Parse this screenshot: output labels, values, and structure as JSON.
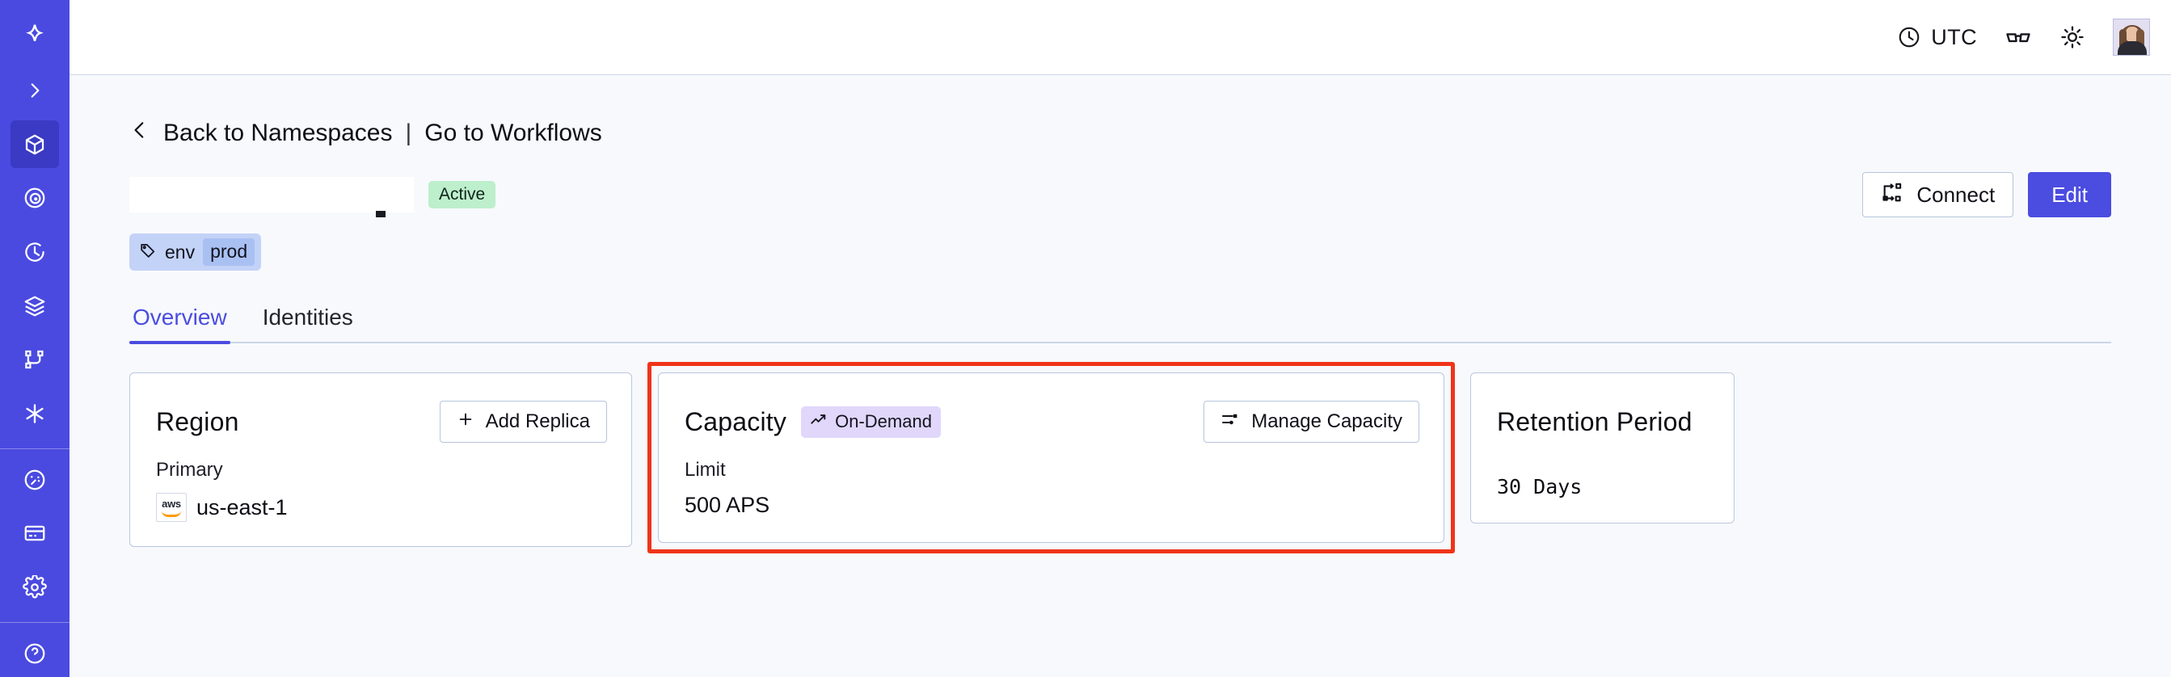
{
  "sidebar": {
    "items": [
      {
        "name": "brand-logo",
        "icon": "temporal-logo-icon",
        "active": false
      },
      {
        "name": "expand-nav",
        "icon": "chevron-right-icon",
        "active": false
      },
      {
        "name": "namespaces",
        "icon": "cube-icon",
        "active": true
      },
      {
        "name": "observability",
        "icon": "eye-spiral-icon",
        "active": false
      },
      {
        "name": "history",
        "icon": "timer-icon",
        "active": false
      },
      {
        "name": "layers",
        "icon": "layers-icon",
        "active": false
      },
      {
        "name": "workflows",
        "icon": "git-branch-icon",
        "active": false
      },
      {
        "name": "nexus",
        "icon": "asterisk-icon",
        "active": false
      },
      {
        "name": "usage",
        "icon": "gauge-icon",
        "active": false
      },
      {
        "name": "billing",
        "icon": "credit-card-icon",
        "active": false
      },
      {
        "name": "settings",
        "icon": "gear-icon",
        "active": false
      },
      {
        "name": "help",
        "icon": "help-circle-icon",
        "active": false
      }
    ]
  },
  "topbar": {
    "timezone_label": "UTC",
    "timezone_icon": "clock-icon",
    "glasses_icon": "glasses-icon",
    "theme_icon": "sun-icon",
    "avatar_name": "user-avatar"
  },
  "breadcrumb": {
    "back_icon": "chevron-left-icon",
    "back_label": "Back to Namespaces",
    "divider": "|",
    "forward_label": "Go to Workflows"
  },
  "header": {
    "namespace_name": "",
    "status_badge": "Active",
    "connect_label": "Connect",
    "connect_icon": "connect-flow-icon",
    "edit_label": "Edit",
    "tag": {
      "icon": "tag-icon",
      "key": "env",
      "value": "prod"
    }
  },
  "tabs": [
    {
      "label": "Overview",
      "active": true
    },
    {
      "label": "Identities",
      "active": false
    }
  ],
  "cards": {
    "region": {
      "title": "Region",
      "action_label": "Add Replica",
      "action_icon": "plus-icon",
      "sub_label": "Primary",
      "provider_icon": "aws-logo-icon",
      "provider_text": "aws",
      "value": "us-east-1"
    },
    "capacity": {
      "title": "Capacity",
      "badge_label": "On-Demand",
      "badge_icon": "trending-up-icon",
      "action_label": "Manage Capacity",
      "action_icon": "sliders-icon",
      "sub_label": "Limit",
      "value": "500 APS",
      "highlighted": true
    },
    "retention": {
      "title": "Retention Period",
      "value": "30 Days"
    }
  },
  "colors": {
    "sidebar_bg": "#4a4ae0",
    "accent": "#4b4ce0",
    "page_bg": "#f7f9fc",
    "card_border": "#b8c7e0",
    "status_active_bg": "#bdefcc",
    "badge_demand_bg": "#e0d7fb",
    "tag_bg": "#c3d2f7",
    "annotation_red": "#f0341a"
  }
}
